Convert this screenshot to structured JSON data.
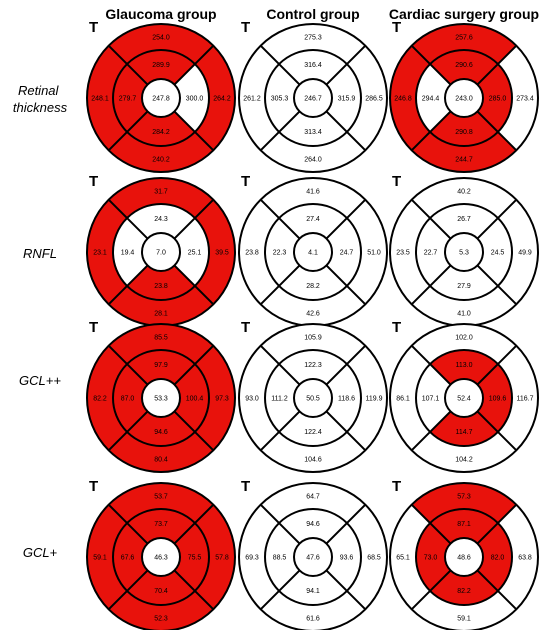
{
  "columns": [
    "Glaucoma group",
    "Control group",
    "Cardiac surgery group"
  ],
  "rows": [
    "Retinal thickness",
    "RNFL",
    "GCL++",
    "GCL+"
  ],
  "orientation_label": "T",
  "colors": {
    "highlight": "#e8120c",
    "normal": "#ffffff",
    "outline": "#000000"
  },
  "sector_order": [
    "center",
    "inner_superior",
    "inner_temporal",
    "inner_inferior",
    "inner_nasal",
    "outer_superior",
    "outer_temporal",
    "outer_inferior",
    "outer_nasal"
  ],
  "grid": [
    [
      {
        "values": {
          "center": "247.8",
          "inner_superior": "289.9",
          "inner_temporal": "279.7",
          "inner_inferior": "284.2",
          "inner_nasal": "300.0",
          "outer_superior": "254.0",
          "outer_temporal": "248.1",
          "outer_inferior": "240.2",
          "outer_nasal": "264.2"
        },
        "highlighted": [
          "inner_superior",
          "inner_temporal",
          "inner_inferior",
          "outer_superior",
          "outer_temporal",
          "outer_inferior",
          "outer_nasal"
        ]
      },
      {
        "values": {
          "center": "246.7",
          "inner_superior": "316.4",
          "inner_temporal": "305.3",
          "inner_inferior": "313.4",
          "inner_nasal": "315.9",
          "outer_superior": "275.3",
          "outer_temporal": "261.2",
          "outer_inferior": "264.0",
          "outer_nasal": "286.5"
        },
        "highlighted": []
      },
      {
        "values": {
          "center": "243.0",
          "inner_superior": "290.6",
          "inner_temporal": "294.4",
          "inner_inferior": "290.8",
          "inner_nasal": "285.0",
          "outer_superior": "257.6",
          "outer_temporal": "246.8",
          "outer_inferior": "244.7",
          "outer_nasal": "273.4"
        },
        "highlighted": [
          "inner_superior",
          "inner_inferior",
          "inner_nasal",
          "outer_superior",
          "outer_temporal",
          "outer_inferior"
        ]
      }
    ],
    [
      {
        "values": {
          "center": "7.0",
          "inner_superior": "24.3",
          "inner_temporal": "19.4",
          "inner_inferior": "23.8",
          "inner_nasal": "25.1",
          "outer_superior": "31.7",
          "outer_temporal": "23.1",
          "outer_inferior": "28.1",
          "outer_nasal": "39.5"
        },
        "highlighted": [
          "inner_inferior",
          "outer_superior",
          "outer_temporal",
          "outer_inferior",
          "outer_nasal"
        ]
      },
      {
        "values": {
          "center": "4.1",
          "inner_superior": "27.4",
          "inner_temporal": "22.3",
          "inner_inferior": "28.2",
          "inner_nasal": "24.7",
          "outer_superior": "41.6",
          "outer_temporal": "23.8",
          "outer_inferior": "42.6",
          "outer_nasal": "51.0"
        },
        "highlighted": []
      },
      {
        "values": {
          "center": "5.3",
          "inner_superior": "26.7",
          "inner_temporal": "22.7",
          "inner_inferior": "27.9",
          "inner_nasal": "24.5",
          "outer_superior": "40.2",
          "outer_temporal": "23.5",
          "outer_inferior": "41.0",
          "outer_nasal": "49.9"
        },
        "highlighted": []
      }
    ],
    [
      {
        "values": {
          "center": "53.3",
          "inner_superior": "97.9",
          "inner_temporal": "87.0",
          "inner_inferior": "94.6",
          "inner_nasal": "100.4",
          "outer_superior": "85.5",
          "outer_temporal": "82.2",
          "outer_inferior": "80.4",
          "outer_nasal": "97.3"
        },
        "highlighted": [
          "inner_superior",
          "inner_temporal",
          "inner_inferior",
          "inner_nasal",
          "outer_superior",
          "outer_temporal",
          "outer_inferior",
          "outer_nasal"
        ]
      },
      {
        "values": {
          "center": "50.5",
          "inner_superior": "122.3",
          "inner_temporal": "111.2",
          "inner_inferior": "122.4",
          "inner_nasal": "118.6",
          "outer_superior": "105.9",
          "outer_temporal": "93.0",
          "outer_inferior": "104.6",
          "outer_nasal": "119.9"
        },
        "highlighted": []
      },
      {
        "values": {
          "center": "52.4",
          "inner_superior": "113.0",
          "inner_temporal": "107.1",
          "inner_inferior": "114.7",
          "inner_nasal": "109.6",
          "outer_superior": "102.0",
          "outer_temporal": "86.1",
          "outer_inferior": "104.2",
          "outer_nasal": "116.7"
        },
        "highlighted": [
          "inner_superior",
          "inner_inferior",
          "inner_nasal"
        ]
      }
    ],
    [
      {
        "values": {
          "center": "46.3",
          "inner_superior": "73.7",
          "inner_temporal": "67.6",
          "inner_inferior": "70.4",
          "inner_nasal": "75.5",
          "outer_superior": "53.7",
          "outer_temporal": "59.1",
          "outer_inferior": "52.3",
          "outer_nasal": "57.8"
        },
        "highlighted": [
          "inner_superior",
          "inner_temporal",
          "inner_inferior",
          "inner_nasal",
          "outer_superior",
          "outer_temporal",
          "outer_inferior",
          "outer_nasal"
        ]
      },
      {
        "values": {
          "center": "47.6",
          "inner_superior": "94.6",
          "inner_temporal": "88.5",
          "inner_inferior": "94.1",
          "inner_nasal": "93.6",
          "outer_superior": "64.7",
          "outer_temporal": "69.3",
          "outer_inferior": "61.6",
          "outer_nasal": "68.5"
        },
        "highlighted": []
      },
      {
        "values": {
          "center": "48.6",
          "inner_superior": "87.1",
          "inner_temporal": "73.0",
          "inner_inferior": "82.2",
          "inner_nasal": "82.0",
          "outer_superior": "57.3",
          "outer_temporal": "65.1",
          "outer_inferior": "59.1",
          "outer_nasal": "63.8"
        },
        "highlighted": [
          "inner_superior",
          "inner_temporal",
          "inner_inferior",
          "inner_nasal",
          "outer_superior"
        ]
      }
    ]
  ]
}
